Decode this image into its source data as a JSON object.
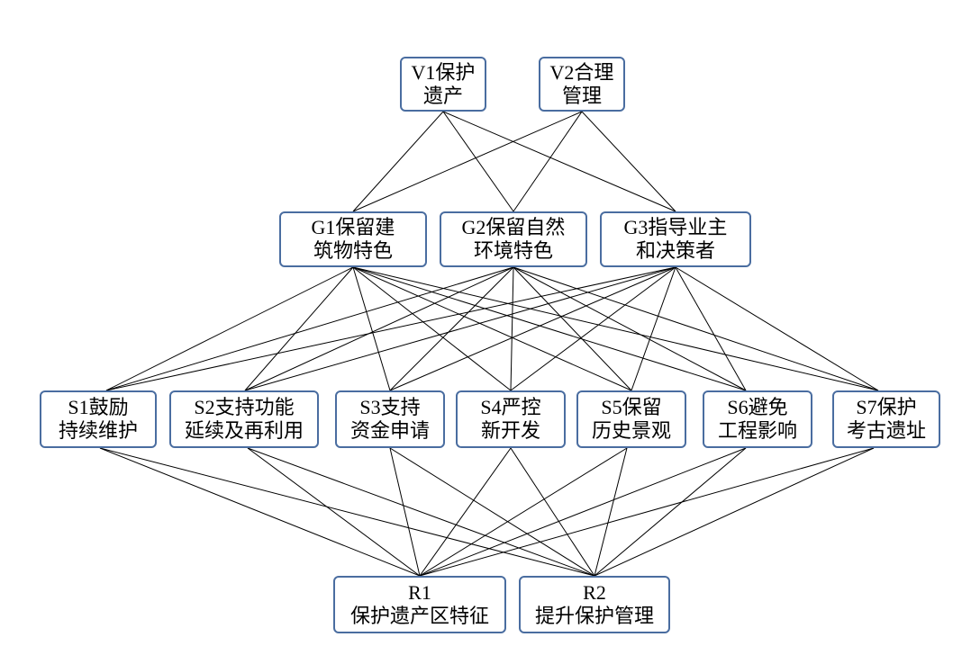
{
  "diagram": {
    "line_color": "#000000",
    "box_border_color": "#4a6da0",
    "values": [
      {
        "id": "V1",
        "line1": "V1保护",
        "line2": "遗产"
      },
      {
        "id": "V2",
        "line1": "V2合理",
        "line2": "管理"
      }
    ],
    "goals": [
      {
        "id": "G1",
        "line1": "G1保留建",
        "line2": "筑物特色"
      },
      {
        "id": "G2",
        "line1": "G2保留自然",
        "line2": "环境特色"
      },
      {
        "id": "G3",
        "line1": "G3指导业主",
        "line2": "和决策者"
      }
    ],
    "strategies": [
      {
        "id": "S1",
        "line1": "S1鼓励",
        "line2": "持续维护"
      },
      {
        "id": "S2",
        "line1": "S2支持功能",
        "line2": "延续及再利用"
      },
      {
        "id": "S3",
        "line1": "S3支持",
        "line2": "资金申请"
      },
      {
        "id": "S4",
        "line1": "S4严控",
        "line2": "新开发"
      },
      {
        "id": "S5",
        "line1": "S5保留",
        "line2": "历史景观"
      },
      {
        "id": "S6",
        "line1": "S6避免",
        "line2": "工程影响"
      },
      {
        "id": "S7",
        "line1": "S7保护",
        "line2": "考古遗址"
      }
    ],
    "results": [
      {
        "id": "R1",
        "line1": "R1",
        "line2": "保护遗产区特征"
      },
      {
        "id": "R2",
        "line1": "R2",
        "line2": "提升保护管理"
      }
    ]
  }
}
